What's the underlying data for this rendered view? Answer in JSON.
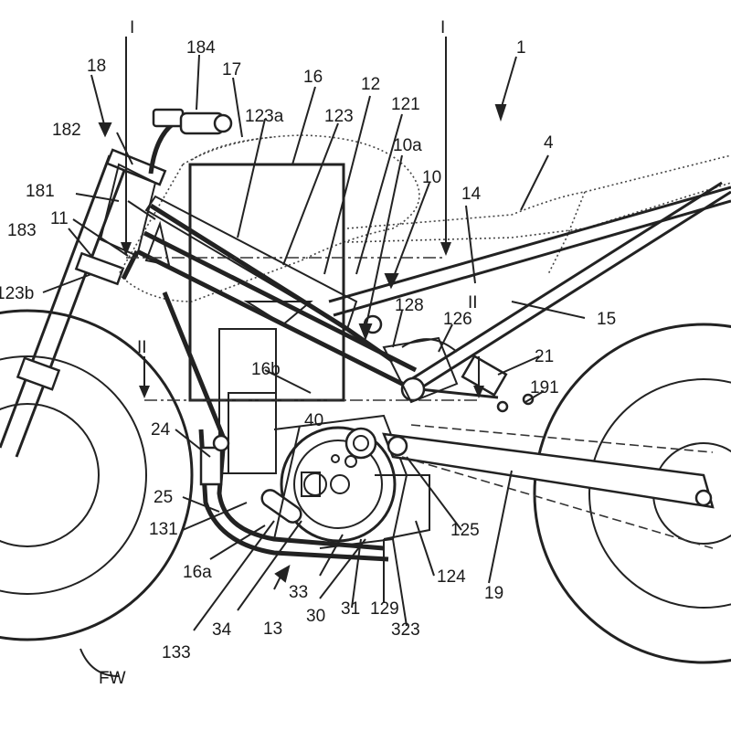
{
  "figure": {
    "subject": "motorcycle frame side view patent drawing",
    "section_marks": {
      "left_I": "I",
      "right_I": "I",
      "left_II": "II",
      "right_II": "II"
    },
    "labels": {
      "l1": "1",
      "l4": "4",
      "l10": "10",
      "l10a": "10a",
      "l11": "11",
      "l12": "12",
      "l13": "13",
      "l14": "14",
      "l15": "15",
      "l16": "16",
      "l16a": "16a",
      "l16b": "16b",
      "l17": "17",
      "l18": "18",
      "l19": "19",
      "l21": "21",
      "l24": "24",
      "l25": "25",
      "l30": "30",
      "l31": "31",
      "l33": "33",
      "l34": "34",
      "l40": "40",
      "l121": "121",
      "l123": "123",
      "l123a": "123a",
      "l123b": "123b",
      "l124": "124",
      "l125": "125",
      "l126": "126",
      "l128": "128",
      "l129": "129",
      "l131": "131",
      "l133": "133",
      "l181": "181",
      "l182": "182",
      "l183": "183",
      "l184": "184",
      "l191": "191",
      "l323": "323",
      "lFW": "FW"
    }
  }
}
